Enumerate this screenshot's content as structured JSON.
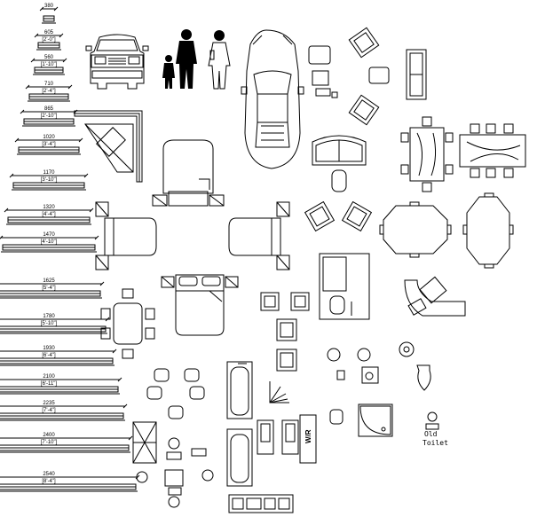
{
  "windows": [
    {
      "mm": "380",
      "ft": ""
    },
    {
      "mm": "605",
      "ft": "[2'-0\"]"
    },
    {
      "mm": "560",
      "ft": "[1'-10\"]"
    },
    {
      "mm": "710",
      "ft": "[2'-4\"]"
    },
    {
      "mm": "865",
      "ft": "[2'-10\"]"
    },
    {
      "mm": "1020",
      "ft": "[3'-4\"]"
    },
    {
      "mm": "1170",
      "ft": "[3'-10\"]"
    },
    {
      "mm": "1320",
      "ft": "[4'-4\"]"
    },
    {
      "mm": "1470",
      "ft": "[4'-10\"]"
    },
    {
      "mm": "1625",
      "ft": "[5'-4\"]"
    },
    {
      "mm": "1780",
      "ft": "[5'-10\"]"
    },
    {
      "mm": "1930",
      "ft": "[6'-4\"]"
    },
    {
      "mm": "2100",
      "ft": "[6'-11\"]"
    },
    {
      "mm": "2235",
      "ft": "[7'-4\"]"
    },
    {
      "mm": "2400",
      "ft": "[7'-10\"]"
    },
    {
      "mm": "2540",
      "ft": "[8'-4\"]"
    }
  ],
  "labels": {
    "old_line1": "Old",
    "old_line2": "Toilet",
    "wr": "W/R"
  },
  "colors": {
    "ink": "#000000",
    "paper": "#ffffff"
  }
}
